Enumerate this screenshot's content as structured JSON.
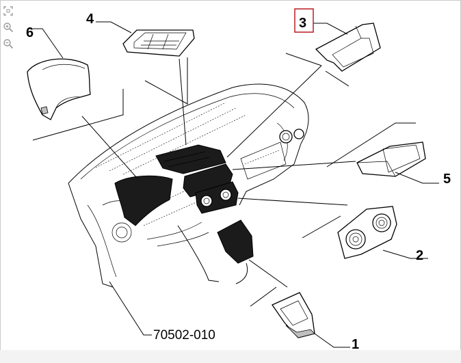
{
  "toolbar": {
    "tools": [
      {
        "name": "fit-view-icon"
      },
      {
        "name": "zoom-in-icon"
      },
      {
        "name": "zoom-out-icon"
      }
    ]
  },
  "diagram": {
    "callouts": [
      {
        "id": "c1",
        "label": "1",
        "highlighted": false
      },
      {
        "id": "c2",
        "label": "2",
        "highlighted": false
      },
      {
        "id": "c3",
        "label": "3",
        "highlighted": true
      },
      {
        "id": "c4",
        "label": "4",
        "highlighted": false
      },
      {
        "id": "c5",
        "label": "5",
        "highlighted": false
      },
      {
        "id": "c6",
        "label": "6",
        "highlighted": false
      }
    ],
    "part_number": "70502-010",
    "highlight_color": "#c0282d"
  }
}
